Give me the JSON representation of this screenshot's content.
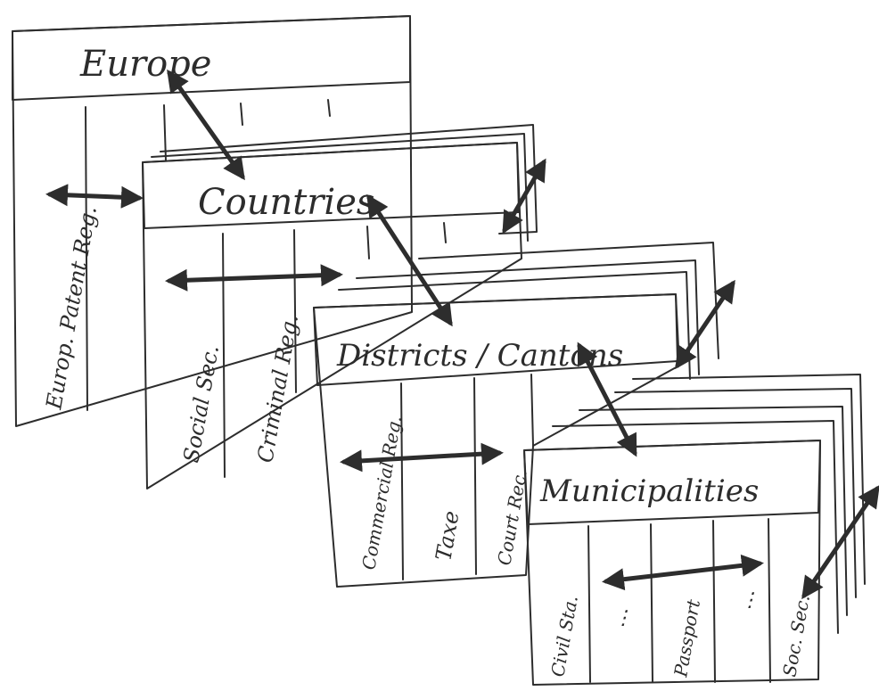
{
  "layers": {
    "europe": {
      "title": "Europe",
      "columns": [
        "Europ. Patent Reg."
      ]
    },
    "countries": {
      "title": "Countries",
      "columns": [
        "Social Sec.",
        "Criminal Reg."
      ]
    },
    "districts": {
      "title": "Districts / Cantons",
      "columns": [
        "Commercial Reg.",
        "Taxe",
        "Court Rec."
      ]
    },
    "municipalities": {
      "title": "Municipalities",
      "columns": [
        "Civil Sta.",
        "Passport",
        "Soc. Sec."
      ]
    }
  },
  "colors": {
    "europe_fill": "#dcebf6",
    "europe_header": "#a9d3ea",
    "countries_fill": "#f7d2cf",
    "countries_header": "#ef9a98",
    "districts_fill": "#fbf3b9",
    "districts_header": "#f6e46a",
    "municipalities_fill": "#d5e8c6",
    "municipalities_header": "#a6cd8c",
    "ink": "#2d2d2d"
  }
}
